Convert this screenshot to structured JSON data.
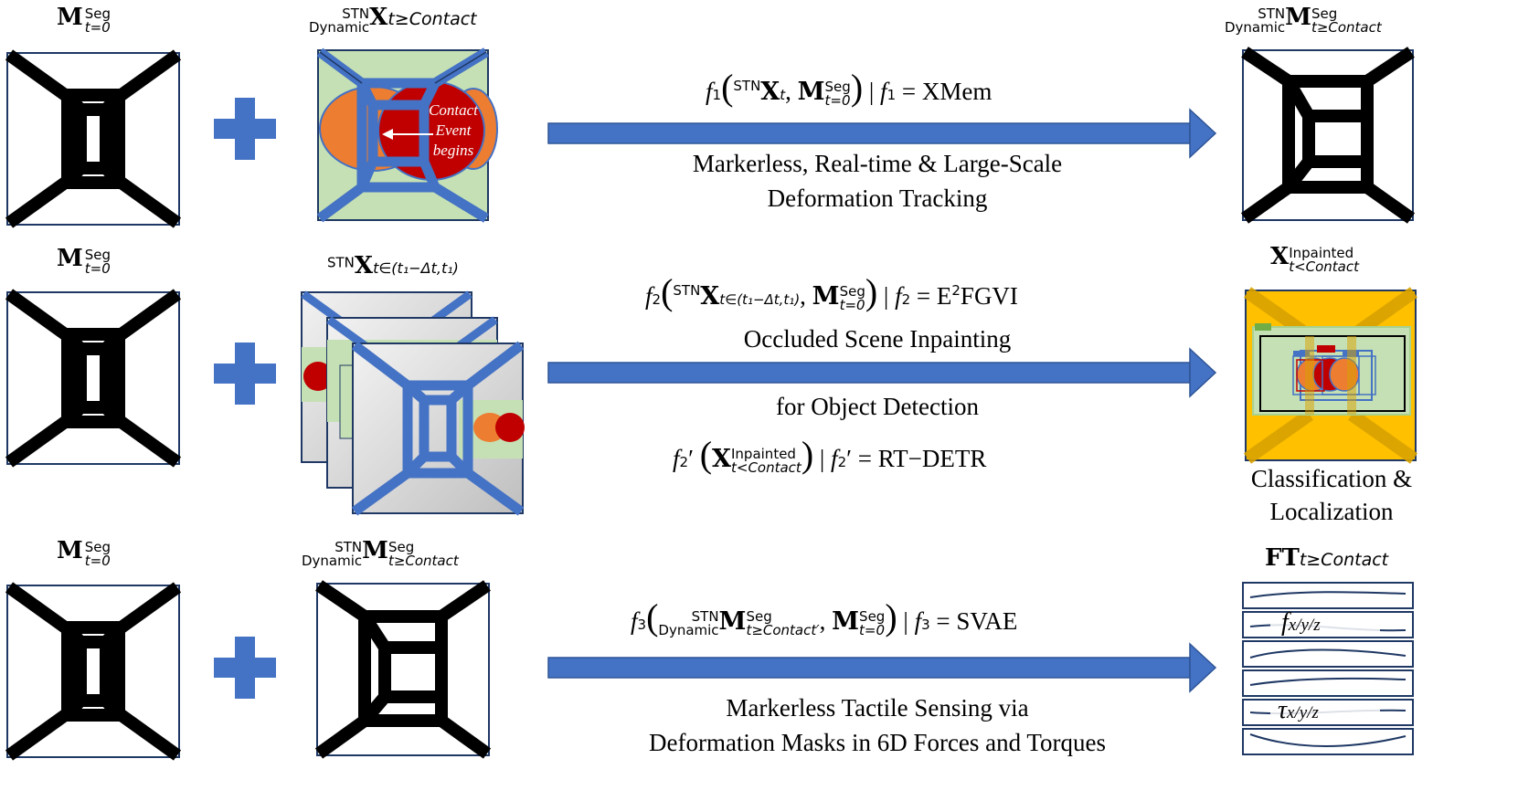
{
  "row1": {
    "left_label": {
      "base": "M",
      "sup": "Seg",
      "sub": "t=0"
    },
    "mid_label": {
      "pre_sup": "STN",
      "pre_sub": "Dynamic",
      "base": "X",
      "sub": "t≥Contact"
    },
    "contact_text": [
      "Contact",
      "Event",
      "begins"
    ],
    "formula": {
      "f": "f",
      "fsub": "1",
      "open": "(",
      "pre_sup": "STN",
      "base1": "X",
      "sub1": "t",
      "comma": ",",
      "base2": "M",
      "sup2": "Seg",
      "sub2": "t=0",
      "close": ")",
      "bar": "|",
      "rhs": "f",
      "rhs_sub": "1",
      "eq": "= XMem"
    },
    "caption": [
      "Markerless, Real-time & Large-Scale",
      "Deformation Tracking"
    ],
    "right_label": {
      "pre_sup": "STN",
      "pre_sub": "Dynamic",
      "base": "M",
      "sup": "Seg",
      "sub": "t≥Contact"
    }
  },
  "row2": {
    "left_label": {
      "base": "M",
      "sup": "Seg",
      "sub": "t=0"
    },
    "mid_label": {
      "pre_sup": "STN",
      "base": "X",
      "sub": "t∈(t₁−Δt,t₁)"
    },
    "formula1": {
      "f": "f",
      "fsub": "2",
      "pre_sup": "STN",
      "base1": "X",
      "sub1": "t∈(t₁−Δt,t₁)",
      "base2": "M",
      "sup2": "Seg",
      "sub2": "t=0",
      "rhs": "f",
      "rhs_sub": "2",
      "eq": "= E",
      "eq_sup": "2",
      "eq_tail": "FGVI"
    },
    "caption1": "Occluded Scene Inpainting",
    "caption2": "for Object Detection",
    "formula2": {
      "f": "f",
      "fsub": "2",
      "prime": "′",
      "base": "X",
      "sup": "Inpainted",
      "sub": "t<Contact",
      "rhs": "f",
      "rhs_sub": "2",
      "eq": "= RT−DETR"
    },
    "right_label": {
      "base": "X",
      "sup": "Inpainted",
      "sub": "t<Contact"
    },
    "right_caption": [
      "Classification &",
      "Localization"
    ]
  },
  "row3": {
    "left_label": {
      "base": "M",
      "sup": "Seg",
      "sub": "t=0"
    },
    "mid_label": {
      "pre_sup": "STN",
      "pre_sub": "Dynamic",
      "base": "M",
      "sup": "Seg",
      "sub": "t≥Contact"
    },
    "formula": {
      "f": "f",
      "fsub": "3",
      "pre_sup": "STN",
      "pre_sub": "Dynamic",
      "base1": "M",
      "sup1": "Seg",
      "sub1": "t≥Contact′",
      "base2": "M",
      "sup2": "Seg",
      "sub2": "t=0",
      "rhs": "f",
      "rhs_sub": "3",
      "eq": "= SVAE"
    },
    "caption": [
      "Markerless Tactile Sensing via",
      "Deformation Masks in 6D Forces and Torques"
    ],
    "right_label": {
      "base": "FT",
      "sub": "t≥Contact"
    },
    "ft_labels": [
      "f",
      "x/y/z",
      "τ",
      "x/y/z"
    ]
  },
  "colors": {
    "arrow": "#4472C4",
    "plus": "#4472C4",
    "green_bg": "#C5E0B4",
    "blue_frame": "#4472C4",
    "red": "#C00000",
    "orange": "#ED7D31",
    "gold": "#FFC000"
  }
}
